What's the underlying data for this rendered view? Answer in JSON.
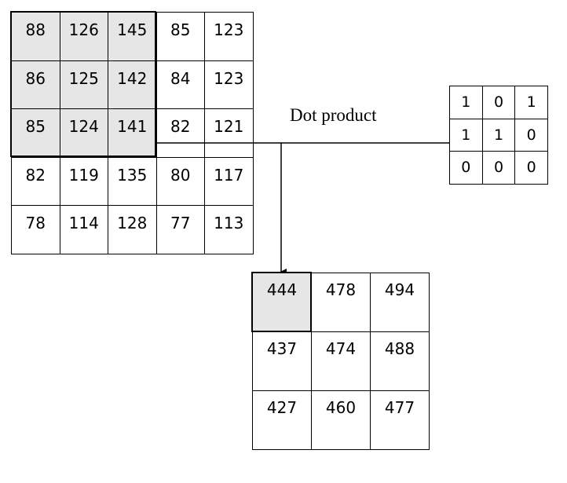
{
  "input_matrix": [
    [
      "88",
      "126",
      "145",
      "85",
      "123"
    ],
    [
      "86",
      "125",
      "142",
      "84",
      "123"
    ],
    [
      "85",
      "124",
      "141",
      "82",
      "121"
    ],
    [
      "82",
      "119",
      "135",
      "80",
      "117"
    ],
    [
      "78",
      "114",
      "128",
      "77",
      "113"
    ]
  ],
  "kernel": [
    [
      "1",
      "0",
      "1"
    ],
    [
      "1",
      "1",
      "0"
    ],
    [
      "0",
      "0",
      "0"
    ]
  ],
  "output_matrix": [
    [
      "444",
      "478",
      "494"
    ],
    [
      "437",
      "474",
      "488"
    ],
    [
      "427",
      "460",
      "477"
    ]
  ],
  "label": "Dot product",
  "colors": {
    "highlight": "#e6e6e6",
    "line": "#000000"
  }
}
